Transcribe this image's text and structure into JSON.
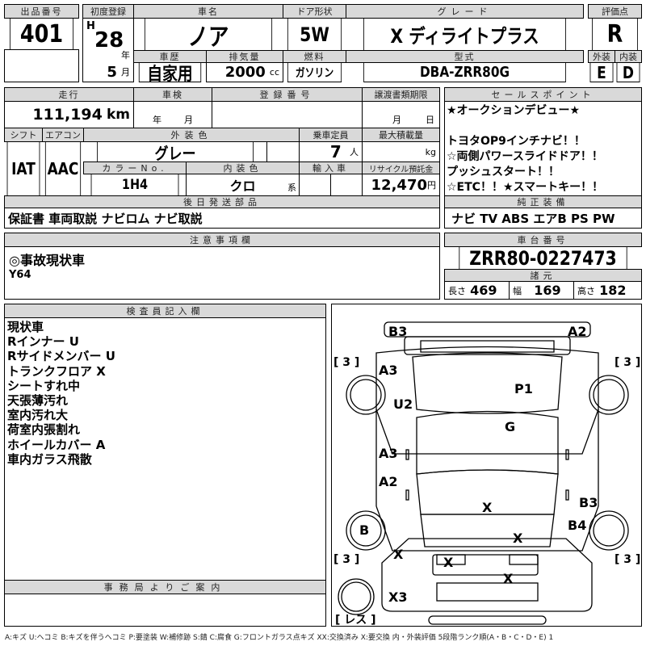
{
  "header": {
    "lot_label": "出品番号",
    "lot": "401",
    "first_reg_label": "初度登録",
    "era": "H",
    "year": "28",
    "year_unit": "年",
    "month": "5",
    "month_unit": "月",
    "name_label": "車名",
    "name": "ノア",
    "door_label": "ドア形状",
    "door": "5W",
    "grade_label": "グレード",
    "grade": "X ディライトプラス",
    "history_label": "車歴",
    "history": "自家用",
    "disp_label": "排気量",
    "disp": "2000",
    "disp_unit": "cc",
    "fuel_label": "燃料",
    "fuel": "ガソリン",
    "model_label": "型式",
    "model": "DBA-ZRR80G",
    "score_label": "評価点",
    "score": "R",
    "ext_label": "外装",
    "int_label": "内装",
    "ext": "E",
    "int": "D"
  },
  "details": {
    "mileage_label": "走行",
    "mileage": "111,194",
    "mileage_unit": "km",
    "inspection_label": "車検",
    "insp_year": "年",
    "insp_month": "月",
    "regno_label": "登録番号",
    "transfer_label": "譲渡書類期限",
    "tr_month": "月",
    "tr_day": "日",
    "shift_label": "シフト",
    "shift": "IAT",
    "ac_label": "エアコン",
    "ac": "AAC",
    "color_label": "外装色",
    "color": "グレー",
    "seats_label": "乗車定員",
    "seats": "7",
    "seats_unit": "人",
    "load_label": "最大積載量",
    "load_unit": "kg",
    "colorno_label": "カラーNo.",
    "colorno": "1H4",
    "interior_label": "内装色",
    "interior": "クロ",
    "interior_unit": "系",
    "import_label": "輸入車",
    "recycle_label": "リサイクル預託金",
    "recycle": "12,470",
    "recycle_unit": "円",
    "parts_label": "後日発送部品",
    "parts": "保証書 車両取説 ナビロム ナビ取説"
  },
  "sales": {
    "label": "セールスポイント",
    "lines": [
      "★オークションデビュー★",
      "",
      "トヨタOP9インチナビ！！",
      "☆両側パワースライドドア！！",
      "プッシュスタート！！",
      "☆ETC！！★スマートキー！！"
    ]
  },
  "equipment": {
    "label": "純正装備",
    "value": "ナビ TV ABS エアB PS PW"
  },
  "notes": {
    "label": "注意事項欄",
    "lines": [
      "◎事故現状車",
      "Y64"
    ]
  },
  "chassis": {
    "label": "車台番号",
    "value": "ZRR80-0227473",
    "spec_label": "諸元",
    "len_label": "長さ",
    "len": "469",
    "wid_label": "幅",
    "wid": "169",
    "hgt_label": "高さ",
    "hgt": "182"
  },
  "inspector": {
    "label": "検査員記入欄",
    "lines": [
      "現状車",
      "Rインナー U",
      "Rサイドメンバー U",
      "トランクフロア X",
      "シートすれ中",
      "天張薄汚れ",
      "室内汚れ大",
      "荷室内張割れ",
      "ホイールカバー A",
      "車内ガラス飛散"
    ]
  },
  "office": {
    "label": "事務局よりご案内"
  },
  "diagram": {
    "marks": [
      "B3",
      "A2",
      "A3",
      "U2",
      "P1",
      "G",
      "A3",
      "A2",
      "X",
      "B3",
      "B4",
      "B",
      "X",
      "X",
      "X",
      "X",
      "X3"
    ],
    "tires": [
      "[ 3 ]",
      "[ 3 ]",
      "[ 3 ]",
      "[ 3 ]",
      "[ レス ]"
    ]
  },
  "footer": "A:キズ U:ヘコミ B:キズを伴うヘコミ P:要塗装 W:補修跡 S:錆 C:腐食 G:フロントガラス点キズ XX:交換済み X:要交換 内・外装評価 5段階ランク順(A・B・C・D・E) 1"
}
